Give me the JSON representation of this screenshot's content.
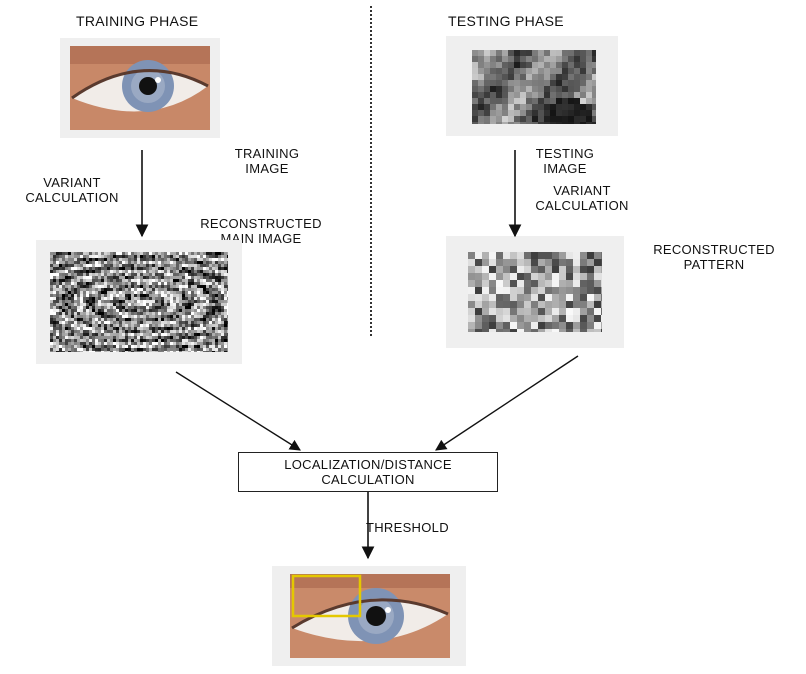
{
  "training": {
    "phase_title": "TRAINING PHASE",
    "image_label": "TRAINING\nIMAGE",
    "step_label": "VARIANT\nCALCULATION",
    "result_label": "RECONSTRUCTED\nMAIN IMAGE"
  },
  "testing": {
    "phase_title": "TESTING PHASE",
    "image_label": "TESTING\nIMAGE",
    "step_label": "VARIANT\nCALCULATION",
    "result_label": "RECONSTRUCTED\nPATTERN"
  },
  "merge": {
    "box_line1": "LOCALIZATION/DISTANCE",
    "box_line2": "CALCULATION",
    "threshold_label": "THRESHOLD"
  },
  "colors": {
    "iris_blue": "#7f93b5",
    "skin": "#c98a6a",
    "detection_box": "#e4c800"
  }
}
